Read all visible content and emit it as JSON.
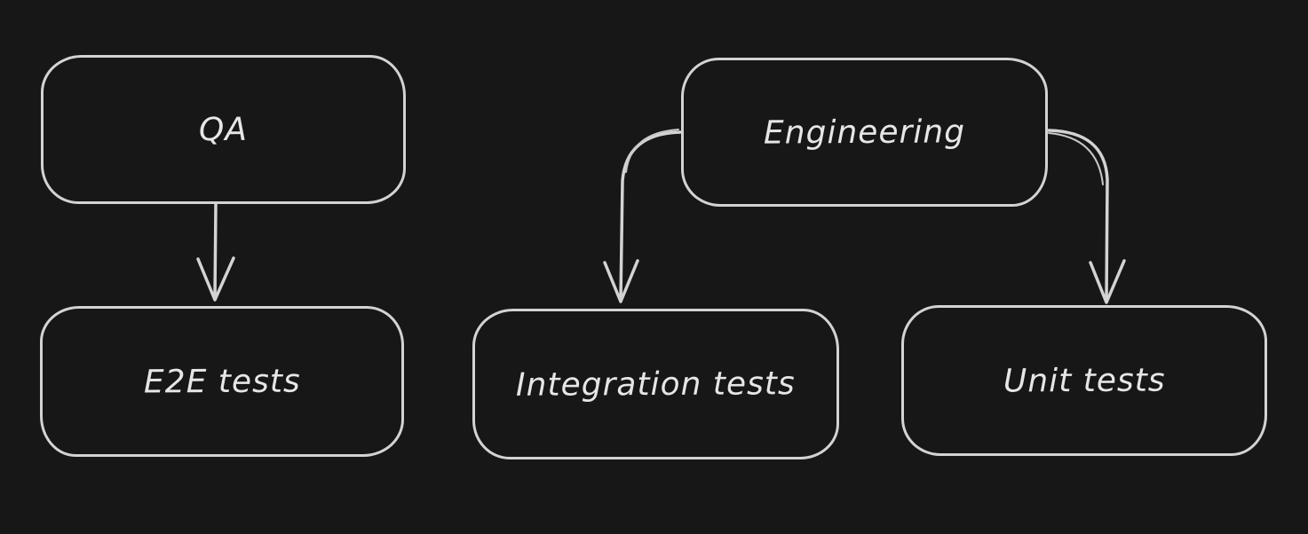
{
  "canvas": {
    "background_color": "#171717",
    "stroke_color": "#d3d3d3",
    "text_color": "#e6e6e6"
  },
  "diagram": {
    "type": "flowchart",
    "style": "hand-drawn",
    "nodes": [
      {
        "id": "qa",
        "label": "QA"
      },
      {
        "id": "engineering",
        "label": "Engineering"
      },
      {
        "id": "e2e",
        "label": "E2E tests"
      },
      {
        "id": "integration",
        "label": "Integration tests"
      },
      {
        "id": "unit",
        "label": "Unit tests"
      }
    ],
    "edges": [
      {
        "from": "QA",
        "to": "E2E tests",
        "arrowhead": "open-v"
      },
      {
        "from": "Engineering",
        "to": "Integration tests",
        "arrowhead": "open-v"
      },
      {
        "from": "Engineering",
        "to": "Unit tests",
        "arrowhead": "open-v"
      }
    ]
  }
}
